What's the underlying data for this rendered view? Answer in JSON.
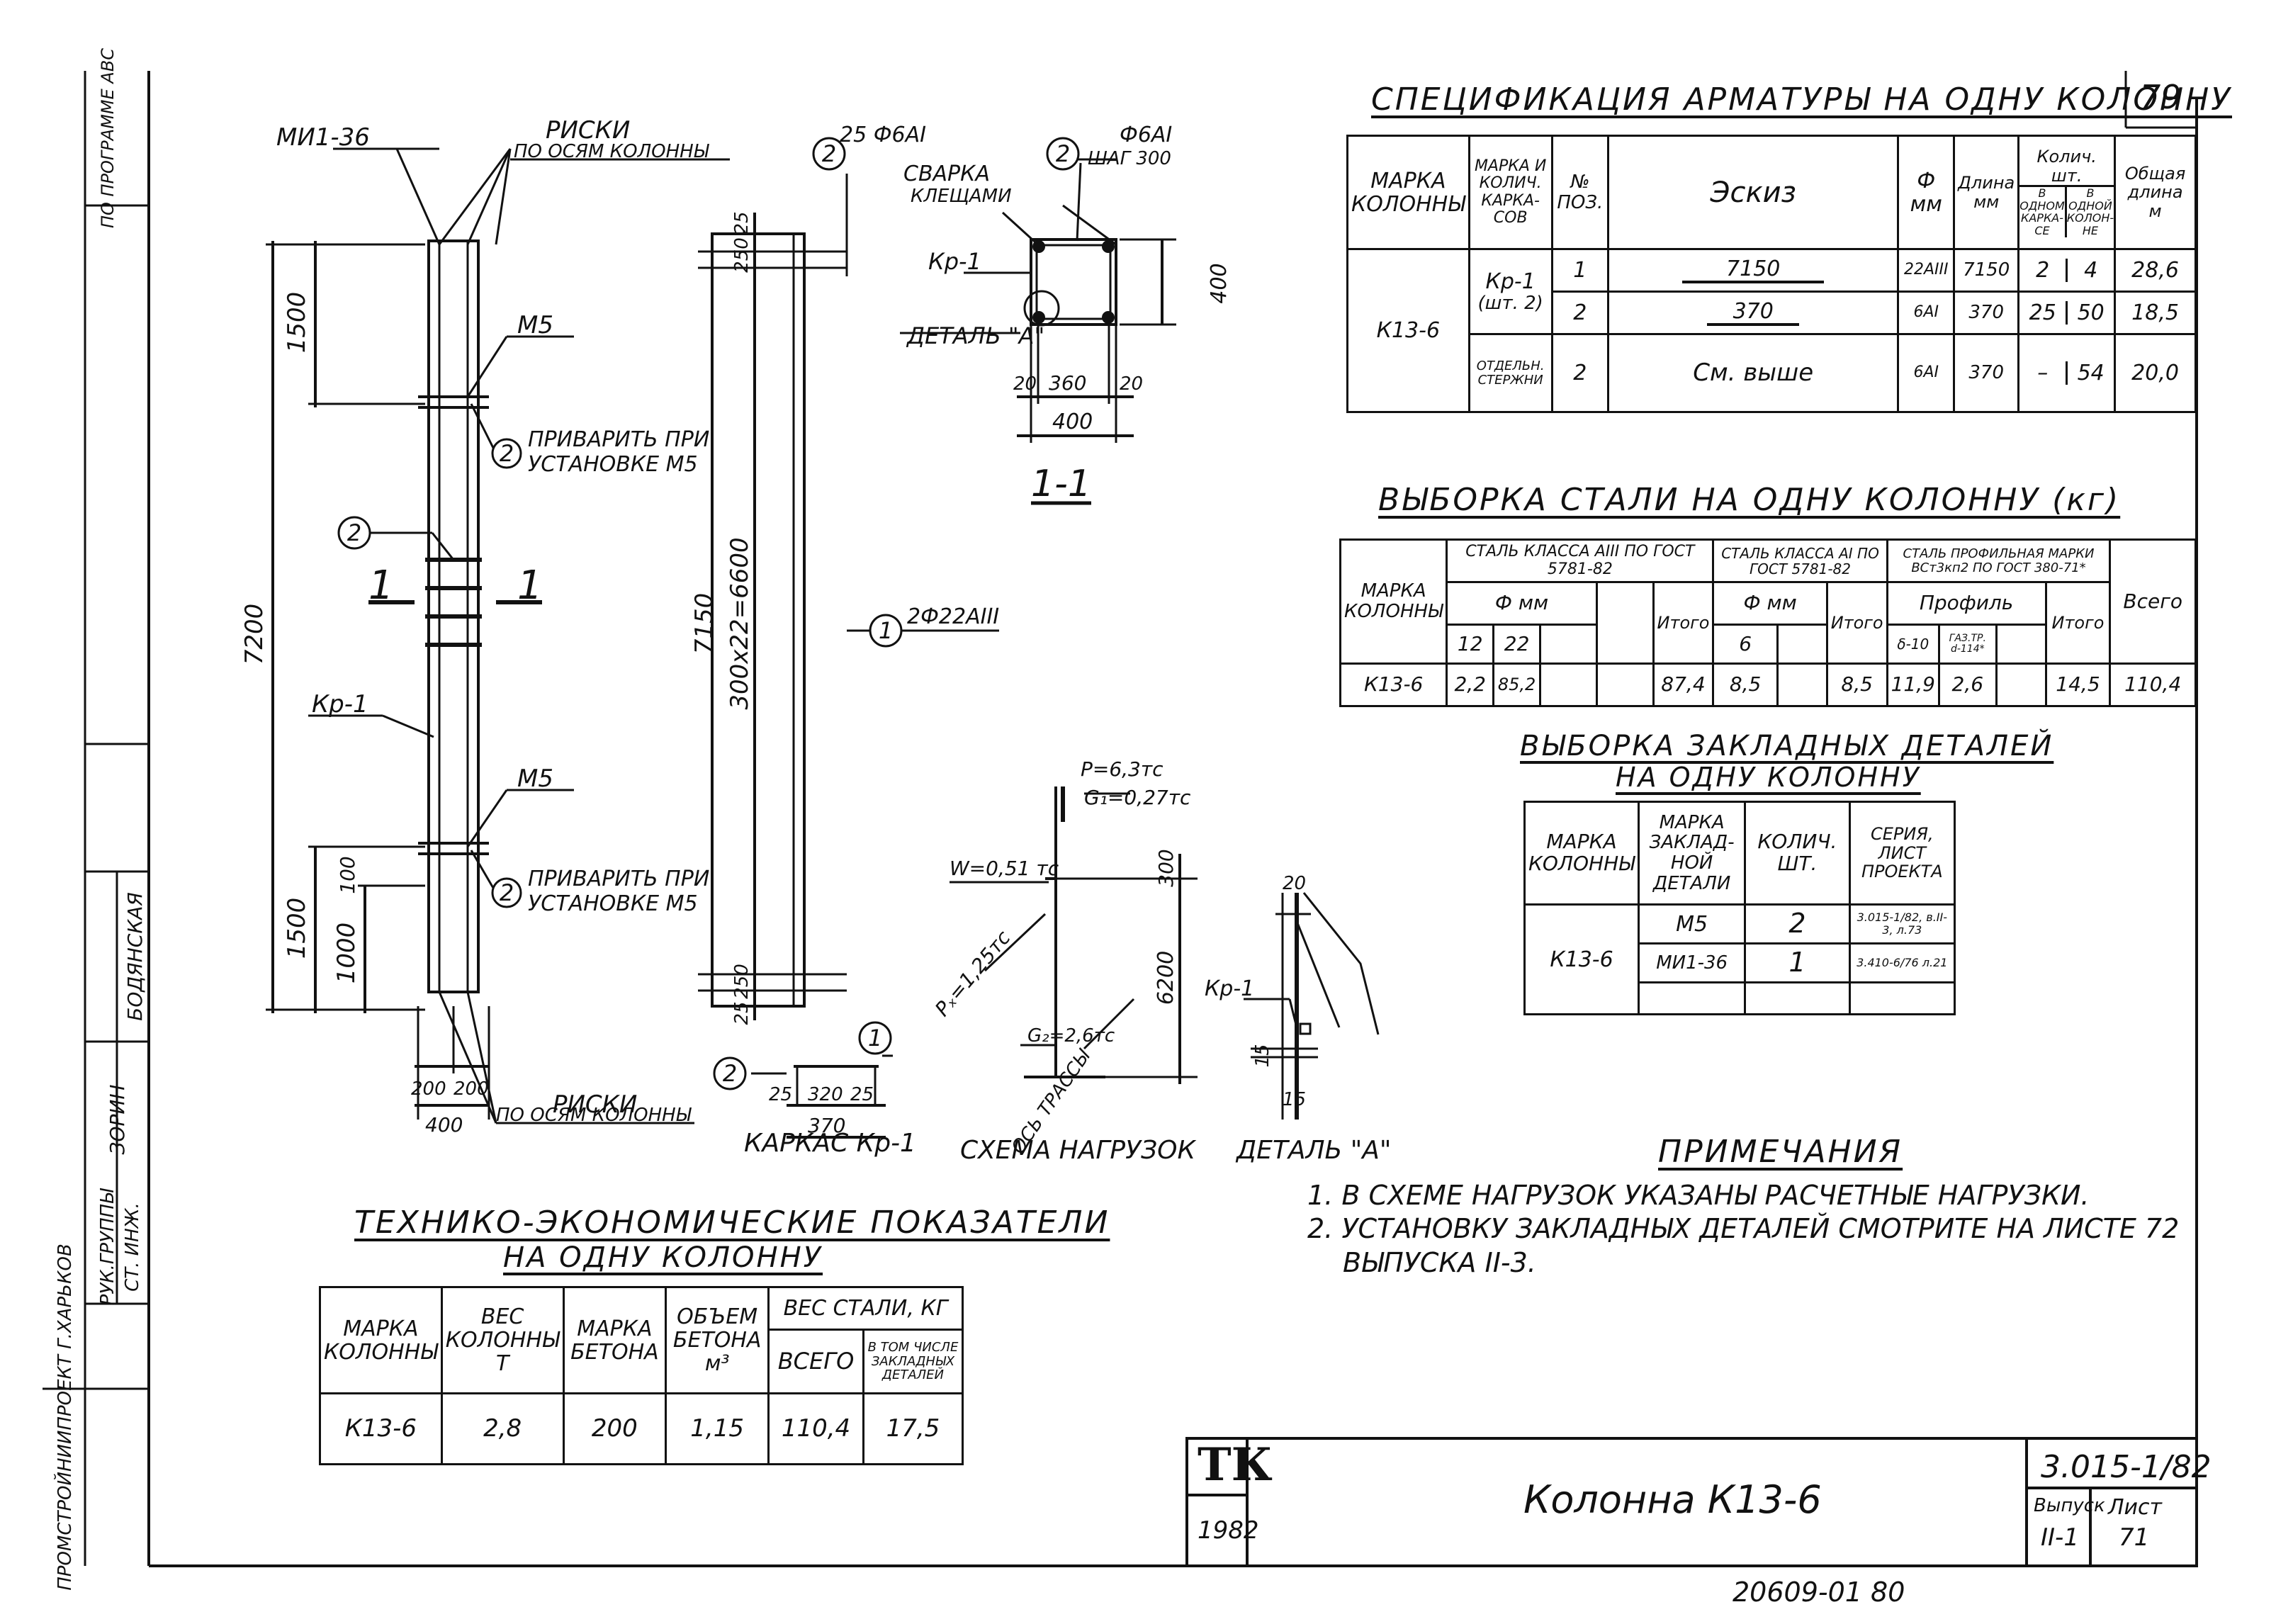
{
  "sheet": {
    "page_number": "79",
    "designation": "3.015-1/82",
    "title": "Колонна К13-6",
    "year": "1982",
    "logo": "ТК",
    "issue_label": "Выпуск",
    "issue_value": "II-1",
    "sheet_label": "Лист",
    "sheet_value": "71",
    "bottom_code": "20609-01   80"
  },
  "sidebar": {
    "program": "ПО ПРОГРАММЕ АВС",
    "org": "ПРОМСТРОЙНИИПРОЕКТ Г.ХАРЬКОВ",
    "role1": "РУК.ГРУППЫ",
    "name1": "ЗОРИН",
    "role2": "СТ. ИНЖ.",
    "name2": "БОДЯНСКАЯ"
  },
  "drawing": {
    "mi136": "МИ1-36",
    "riski": "РИСКИ",
    "po_osyam": "ПО ОСЯМ КОЛОННЫ",
    "m5": "М5",
    "m5b": "М5",
    "privarit": "ПРИВАРИТЬ ПРИ",
    "ustanovke": "УСТАНОВКЕ М5",
    "kp1": "Кр-1",
    "dim_7200": "7200",
    "dim_1500a": "1500",
    "dim_1500b": "1500",
    "dim_1000": "1000",
    "dim_100": "100",
    "dim_200a": "200",
    "dim_200b": "200",
    "dim_400": "400",
    "section_mark": "1",
    "pos1": "1",
    "pos2": "2",
    "rebar_top": "25 Ф6АI",
    "rebar_main": "2Ф22АIII",
    "dim_7150": "7150",
    "dim_300x22": "300x22=6600",
    "dim_250": "250",
    "dim_25": "25",
    "dim_25b": "25",
    "dim_250b": "250",
    "karkas_caption": "КАРКАС Кр-1",
    "kar_25": "25",
    "kar_320": "320",
    "kar_25b": "25",
    "kar_370": "370",
    "sec_f6": "Ф6АI",
    "sec_shag": "ШАГ 300",
    "svarka": "СВАРКА",
    "kleshami": "КЛЕЩАМИ",
    "detal_a": "ДЕТАЛЬ \"А\"",
    "sec_400v": "400",
    "sec_20": "20",
    "sec_360": "360",
    "sec_20b": "20",
    "sec_400": "400",
    "sec_caption": "1-1",
    "p_load": "Р=6,3тс",
    "g1_load": "G₁=0,27тс",
    "w_load": "W=0,51 тс",
    "px_load": "Pₓ=1,25тс",
    "g2_load": "G₂=2,6тс",
    "dim_300": "300",
    "dim_6200": "6200",
    "os_trassy": "ОСЬ ТРАССЫ",
    "scheme_caption": "СХЕМА НАГРУЗОК",
    "det_20": "20",
    "det_15": "15",
    "det_15b": "15",
    "det_kp1": "Кр-1",
    "detail_caption": "ДЕТАЛЬ \"А\""
  },
  "spec": {
    "title": "СПЕЦИФИКАЦИЯ АРМАТУРЫ НА ОДНУ КОЛОННУ",
    "h_col": "МАРКА КОЛОННЫ",
    "h_frame": "МАРКА И КОЛИЧ. КАРКА-СОВ",
    "h_pos": "№ ПОЗ.",
    "h_sketch": "Эскиз",
    "h_dia": "Ф мм",
    "h_len": "Длина мм",
    "h_qty": "Колич. шт.",
    "h_qty_frame": "В ОДНОМ КАРКА-СЕ",
    "h_qty_col": "В ОДНОЙ КОЛОН-НЕ",
    "h_total": "Общая длина м",
    "col_mark": "К13-6",
    "frame1": "Кр-1",
    "frame1b": "(шт. 2)",
    "frame2": "ОТДЕЛЬН. СТЕРЖНИ",
    "rows": [
      {
        "pos": "1",
        "sketch": "7150",
        "dia": "22АIII",
        "len": "7150",
        "qf": "2",
        "qc": "4",
        "total": "28,6"
      },
      {
        "pos": "2",
        "sketch": "370",
        "dia": "6АI",
        "len": "370",
        "qf": "25",
        "qc": "50",
        "total": "18,5"
      },
      {
        "pos": "2",
        "sketch": "См. выше",
        "dia": "6АI",
        "len": "370",
        "qf": "–",
        "qc": "54",
        "total": "20,0"
      }
    ]
  },
  "steel": {
    "title": "ВЫБОРКА СТАЛИ НА ОДНУ КОЛОННУ (кг)",
    "h_mark": "МАРКА КОЛОННЫ",
    "h_a3": "СТАЛЬ КЛАССА АIII ПО ГОСТ 5781-82",
    "h_a1": "СТАЛЬ КЛАССА АI ПО ГОСТ 5781-82",
    "h_prof": "СТАЛЬ ПРОФИЛЬНАЯ МАРКИ ВСт3кп2 ПО ГОСТ 380-71*",
    "h_fmm": "Ф мм",
    "h_fmm2": "Ф мм",
    "h_profile": "Профиль",
    "h_itogo": "Итого",
    "h_itogo2": "Итого",
    "h_itogo3": "Итого",
    "h_vsego": "Всего",
    "h_12": "12",
    "h_22": "22",
    "h_6": "6",
    "h_d10": "δ-10",
    "h_pipe": "ГАЗ.ТР. d-114*",
    "row": {
      "mark": "К13-6",
      "v12": "2,2",
      "v22": "85,2",
      "it1": "87,4",
      "v6": "8,5",
      "it2": "8,5",
      "vd": "11,9",
      "vp": "2,6",
      "it3": "14,5",
      "total": "110,4"
    }
  },
  "embedded": {
    "title1": "ВЫБОРКА ЗАКЛАДНЫХ ДЕТАЛЕЙ",
    "title2": "НА ОДНУ КОЛОННУ",
    "h_col": "МАРКА КОЛОННЫ",
    "h_det": "МАРКА ЗАКЛАД-НОЙ ДЕТАЛИ",
    "h_qty": "КОЛИЧ. ШТ.",
    "h_ser": "СЕРИЯ, ЛИСТ ПРОЕКТА",
    "col_mark": "К13-6",
    "rows": [
      {
        "det": "М5",
        "qty": "2",
        "ser": "3.015-1/82, в.II-3, л.73"
      },
      {
        "det": "МИ1-36",
        "qty": "1",
        "ser": "3.410-6/76 л.21"
      }
    ]
  },
  "tech": {
    "title1": "ТЕХНИКО-ЭКОНОМИЧЕСКИЕ ПОКАЗАТЕЛИ",
    "title2": "НА ОДНУ КОЛОННУ",
    "h_mark": "МАРКА КОЛОННЫ",
    "h_weight": "ВЕС КОЛОННЫ Т",
    "h_concrete": "МАРКА БЕТОНА",
    "h_volume": "ОБЪЕМ БЕТОНА м³",
    "h_steel": "ВЕС СТАЛИ, КГ",
    "h_all": "ВСЕГО",
    "h_incl": "В ТОМ ЧИСЛЕ ЗАКЛАДНЫХ ДЕТАЛЕЙ",
    "row": {
      "mark": "К13-6",
      "weight": "2,8",
      "concrete": "200",
      "volume": "1,15",
      "all": "110,4",
      "incl": "17,5"
    }
  },
  "notes": {
    "title": "ПРИМЕЧАНИЯ",
    "n1": "1. В СХЕМЕ НАГРУЗОК УКАЗАНЫ РАСЧЕТНЫЕ НАГРУЗКИ.",
    "n2": "2. УСТАНОВКУ ЗАКЛАДНЫХ ДЕТАЛЕЙ СМОТРИТЕ НА ЛИСТЕ 72",
    "n3": "ВЫПУСКА II-3."
  }
}
